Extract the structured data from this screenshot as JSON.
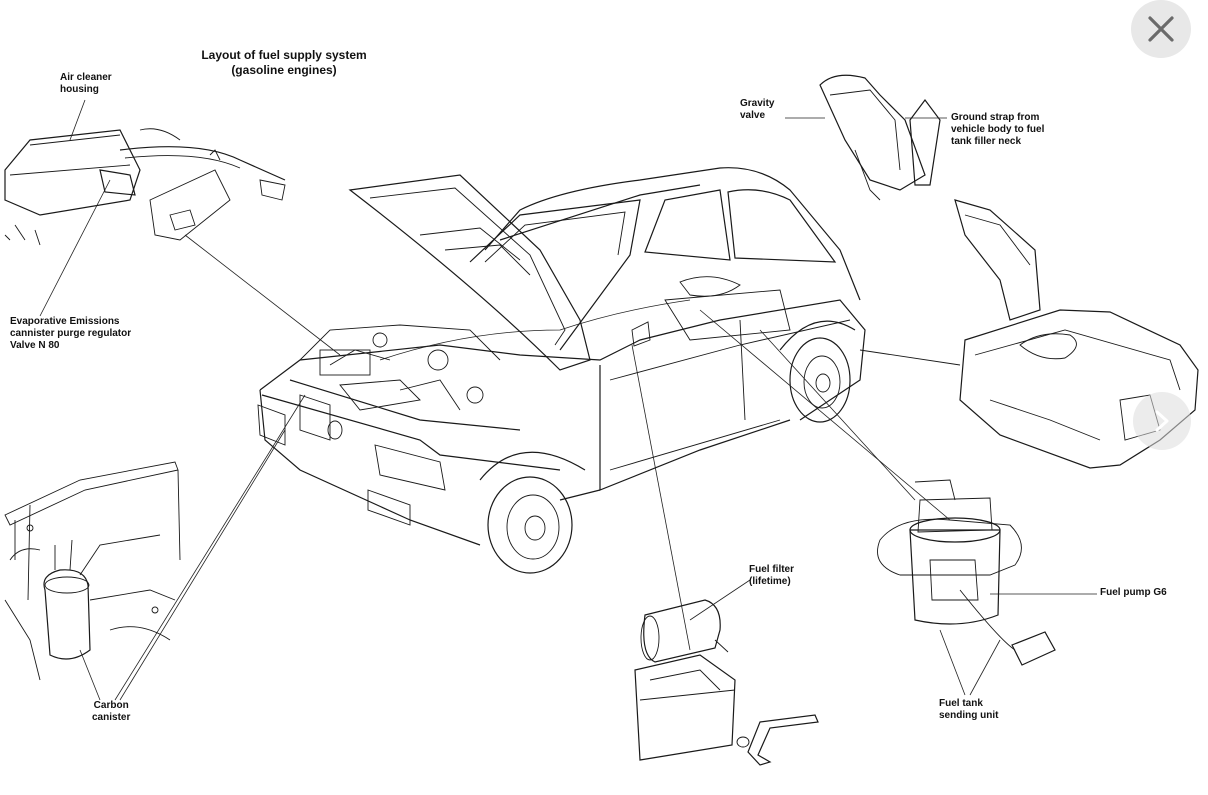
{
  "title": {
    "line1": "Layout of fuel supply system",
    "line2": "(gasoline engines)"
  },
  "labels": {
    "air_cleaner": [
      "Air cleaner",
      "housing"
    ],
    "evap_valve": [
      "Evaporative Emissions",
      "cannister purge regulator",
      "Valve N 80"
    ],
    "carbon_canister": [
      "Carbon",
      "canister"
    ],
    "gravity_valve": [
      "Gravity",
      "valve"
    ],
    "ground_strap": [
      "Ground strap from",
      "vehicle body to fuel",
      "tank filler neck"
    ],
    "fuel_filter": [
      "Fuel filter",
      "(lifetime)"
    ],
    "fuel_pump": "Fuel pump G6",
    "fuel_tank_sender": [
      "Fuel tank",
      "sending unit"
    ]
  },
  "controls": {
    "close_icon": "close-icon",
    "nav_icon": "chevron-right-icon"
  },
  "colors": {
    "line": "#1a1a1a",
    "button_bg": "#e8e8e8",
    "icon": "#6b6b6b"
  }
}
